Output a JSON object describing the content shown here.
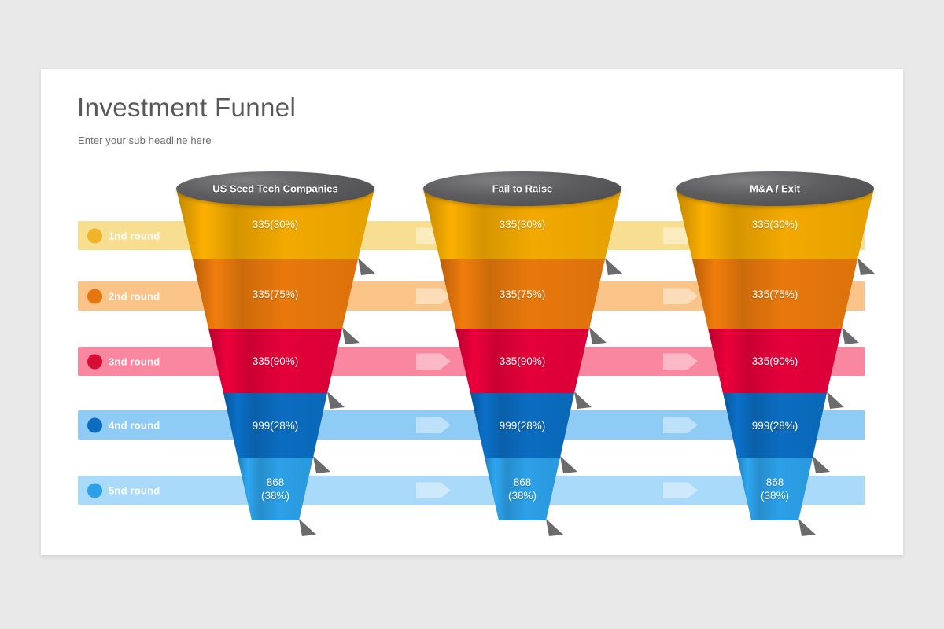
{
  "slide": {
    "title": "Investment Funnel",
    "subtitle": "Enter your sub headline here",
    "background_color": "#e9e9e9",
    "surface_color": "#ffffff"
  },
  "legend": {
    "items": [
      {
        "label": "1nd round",
        "band_color": "#f8de91",
        "dot_color": "#f0b429"
      },
      {
        "label": "2nd round",
        "band_color": "#fac489",
        "dot_color": "#e5760f"
      },
      {
        "label": "3nd round",
        "band_color": "#f9879f",
        "dot_color": "#d90c36"
      },
      {
        "label": "4nd round",
        "band_color": "#8ecbf5",
        "dot_color": "#0b6cc0"
      },
      {
        "label": "5nd round",
        "band_color": "#a9daf9",
        "dot_color": "#2ca0e8"
      }
    ]
  },
  "funnels": [
    {
      "header": "US Seed Tech Companies",
      "values": [
        "335(30%)",
        "335(75%)",
        "335(90%)",
        "999(28%)",
        "868\n(38%)"
      ]
    },
    {
      "header": "Fail to Raise",
      "values": [
        "335(30%)",
        "335(75%)",
        "335(90%)",
        "999(28%)",
        "868\n(38%)"
      ]
    },
    {
      "header": "M&A / Exit",
      "values": [
        "335(30%)",
        "335(75%)",
        "335(90%)",
        "999(28%)",
        "868\n(38%)"
      ]
    }
  ],
  "chart_data": {
    "type": "bar",
    "title": "Investment Funnel",
    "subtitle": "Enter your sub headline here",
    "categories": [
      "1nd round",
      "2nd round",
      "3nd round",
      "4nd round",
      "5nd round"
    ],
    "series": [
      {
        "name": "US Seed Tech Companies",
        "counts": [
          335,
          335,
          335,
          999,
          868
        ],
        "percents": [
          30,
          75,
          90,
          28,
          38
        ]
      },
      {
        "name": "Fail to Raise",
        "counts": [
          335,
          335,
          335,
          999,
          868
        ],
        "percents": [
          30,
          75,
          90,
          28,
          38
        ]
      },
      {
        "name": "M&A / Exit",
        "counts": [
          335,
          335,
          335,
          999,
          868
        ],
        "percents": [
          30,
          75,
          90,
          28,
          38
        ]
      }
    ],
    "stage_colors": [
      "#f2a900",
      "#e8780c",
      "#e4003a",
      "#0b6cc0",
      "#2ca0e8"
    ],
    "legend": "left",
    "grid": false,
    "xlabel": "",
    "ylabel": ""
  },
  "colors": {
    "segments": [
      "#f2a900",
      "#e8780c",
      "#e4003a",
      "#0b6cc0",
      "#2ca0e8"
    ],
    "segment_shadow": "#4b4b4d",
    "header_ellipse": "#5d5d5f",
    "title_text": "#58585a",
    "subtitle_text": "#6d6e71"
  }
}
